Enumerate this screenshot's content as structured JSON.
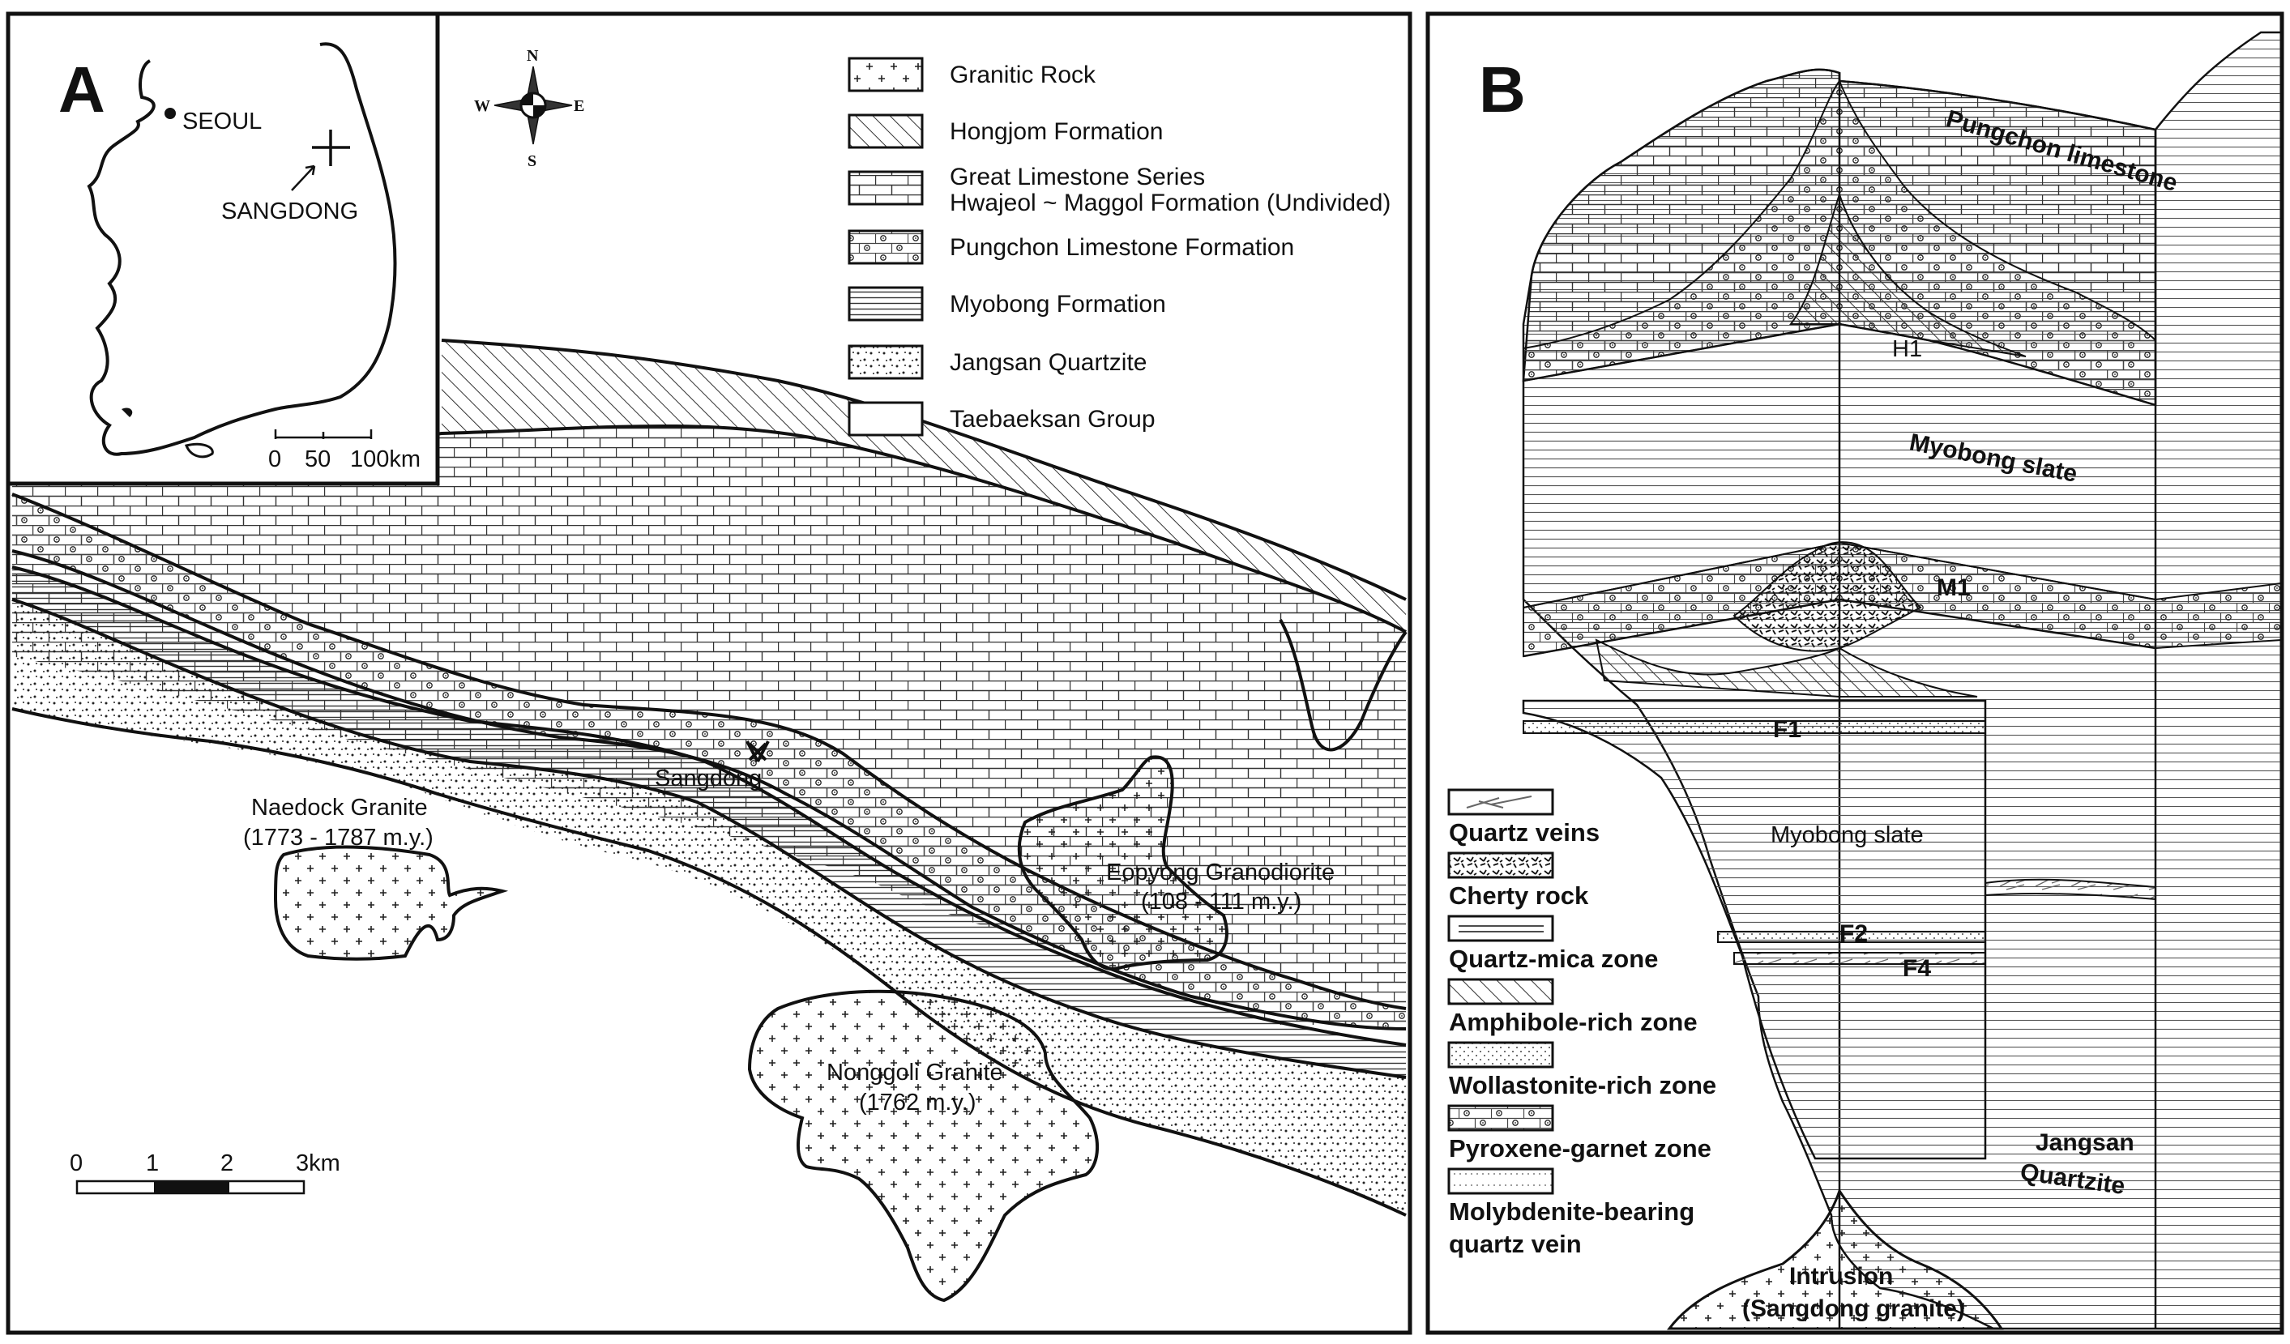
{
  "panel_a": {
    "letter": "A",
    "inset": {
      "city": "SEOUL",
      "site": "SANGDONG",
      "scale_ticks": [
        "0",
        "50",
        "100km"
      ]
    },
    "compass": {
      "n": "N",
      "s": "S",
      "e": "E",
      "w": "W"
    },
    "legend": [
      {
        "label": "Granitic Rock",
        "pattern": "granite"
      },
      {
        "label": "Hongjom Formation",
        "pattern": "hatch"
      },
      {
        "label": "Great Limestone Series",
        "label2": "Hwajeol ~ Maggol Formation (Undivided)",
        "pattern": "brick"
      },
      {
        "label": "Pungchon Limestone Formation",
        "pattern": "pungchon"
      },
      {
        "label": "Myobong Formation",
        "pattern": "lines"
      },
      {
        "label": "Jangsan Quartzite",
        "pattern": "dots"
      },
      {
        "label": "Taebaeksan Group",
        "pattern": "blank"
      }
    ],
    "labels": {
      "sangdong": "Sangdong",
      "naedock_name": "Naedock Granite",
      "naedock_age": "(1773 - 1787 m.y.)",
      "eopyong_name": "Eopyong Granodiorite",
      "eopyong_age": "(108 - 111 m.y.)",
      "nonggoli_name": "Nonggoli Granite",
      "nonggoli_age": "(1762 m.y.)"
    },
    "scale_ticks": [
      "0",
      "1",
      "2",
      "3km"
    ]
  },
  "panel_b": {
    "letter": "B",
    "labels": {
      "pungchon": "Pungchon limestone",
      "h1": "H1",
      "myobong_upper": "Myobong slate",
      "m1": "M1",
      "f1": "F1",
      "myobong_lower": "Myobong slate",
      "f2": "F2",
      "f4": "F4",
      "jangsan_1": "Jangsan",
      "jangsan_2": "Quartzite",
      "intrusion_1": "Intrusion",
      "intrusion_2": "(Sangdong granite)"
    },
    "legend": [
      {
        "label": "Quartz veins",
        "pattern": "quartz"
      },
      {
        "label": "Cherty rock",
        "pattern": "cherty"
      },
      {
        "label": "Quartz-mica zone",
        "pattern": "qmica"
      },
      {
        "label": "Amphibole-rich zone",
        "pattern": "hatch"
      },
      {
        "label": "Wollastonite-rich zone",
        "pattern": "finedots"
      },
      {
        "label": "Pyroxene-garnet zone",
        "pattern": "pungchon"
      },
      {
        "label": "Molybdenite-bearing",
        "label2": "quartz vein",
        "pattern": "moly"
      }
    ]
  }
}
